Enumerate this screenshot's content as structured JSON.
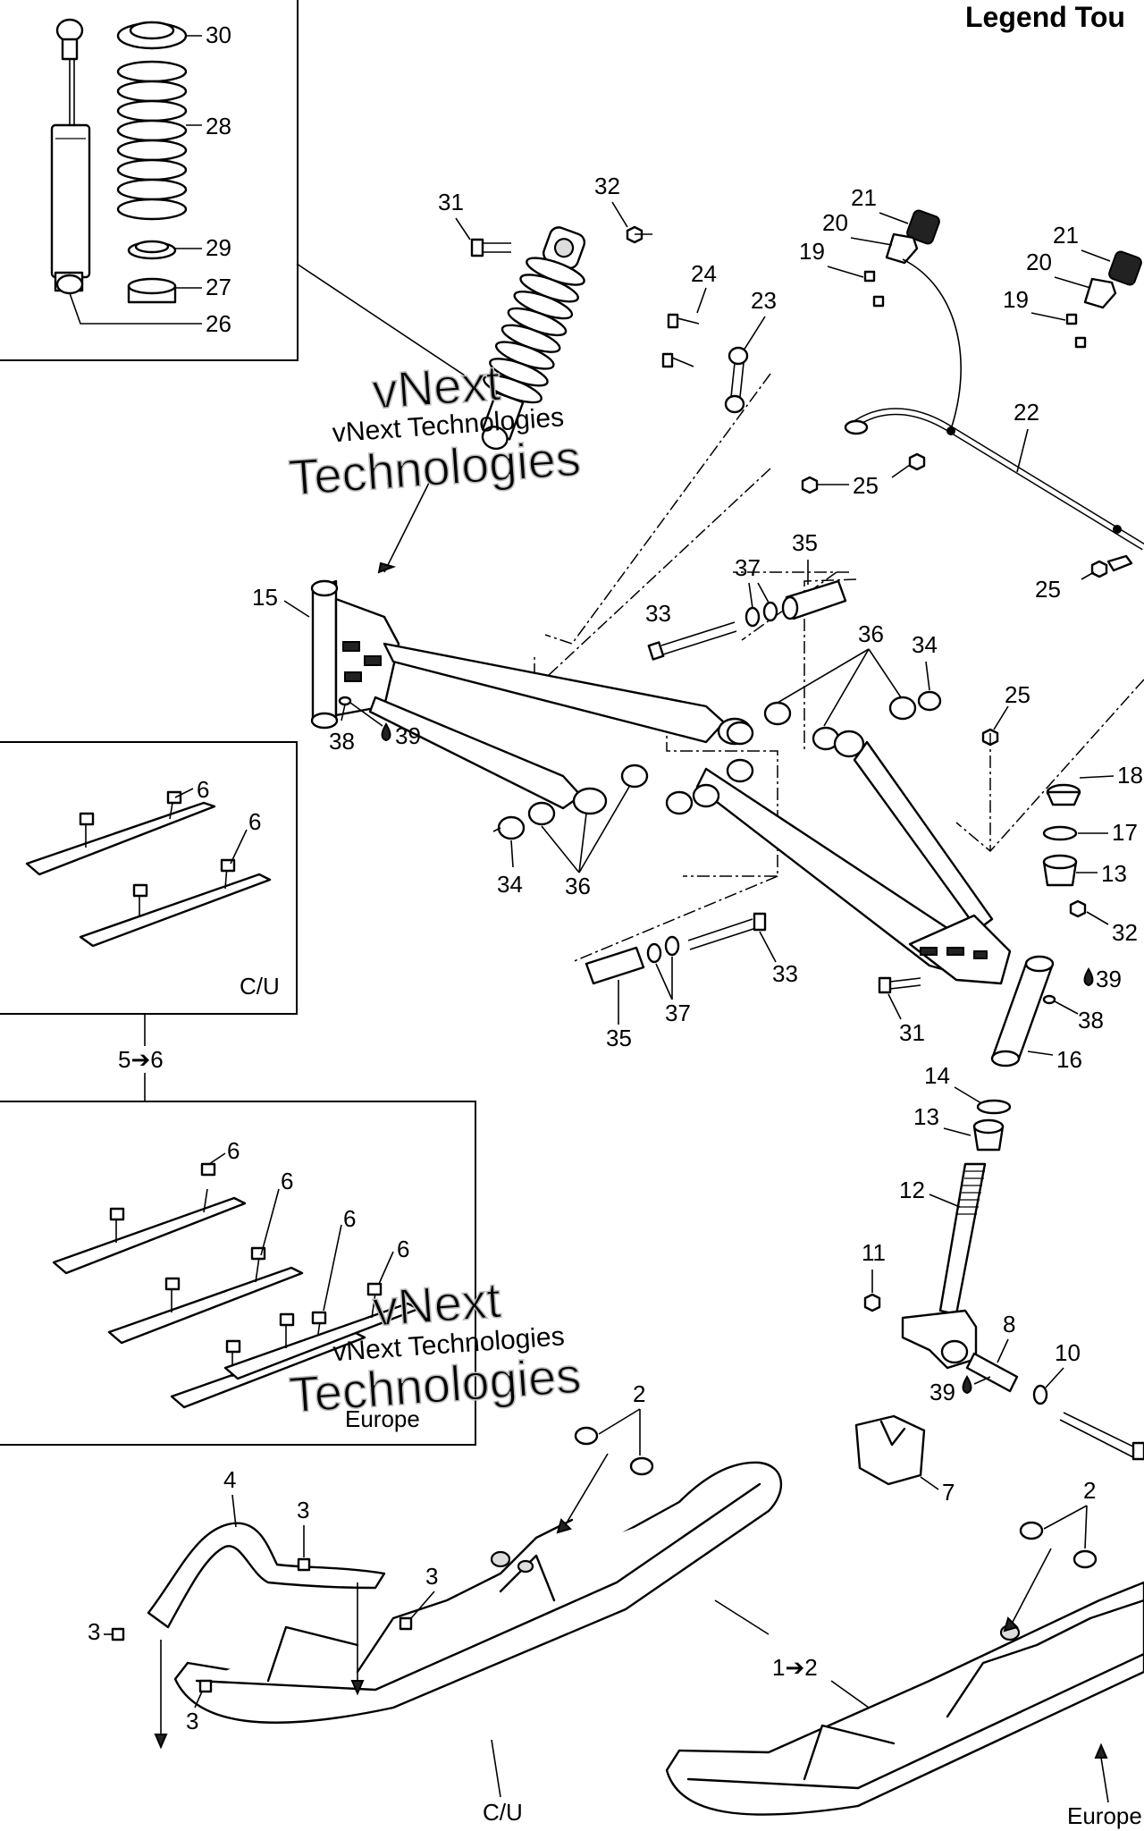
{
  "title": "Legend Tou",
  "watermark": {
    "line1": "vNext Technologies",
    "line2": "vNext",
    "line3": "Technologies"
  },
  "panels": {
    "cu": "C/U",
    "europe": "Europe",
    "relation": "5➔6"
  },
  "bottom": {
    "relation": "1➔2",
    "cu": "C/U",
    "europe": "Europe"
  },
  "callouts": {
    "c30": "30",
    "c28": "28",
    "c29": "29",
    "c27": "27",
    "c26": "26",
    "c31a": "31",
    "c32a": "32",
    "c24": "24",
    "c23": "23",
    "c21a": "21",
    "c20a": "20",
    "c19a": "19",
    "c21b": "21",
    "c20b": "20",
    "c19b": "19",
    "c22": "22",
    "c25a": "25",
    "c25b": "25",
    "c25c": "25",
    "c15": "15",
    "c35a": "35",
    "c37a": "37",
    "c33a": "33",
    "c36a": "36",
    "c34a": "34",
    "c38a": "38",
    "c39a": "39",
    "c34b": "34",
    "c36b": "36",
    "c18": "18",
    "c17": "17",
    "c13a": "13",
    "c32b": "32",
    "c39b": "39",
    "c38b": "38",
    "c16": "16",
    "c31b": "31",
    "c33b": "33",
    "c37b": "37",
    "c35b": "35",
    "c14": "14",
    "c13b": "13",
    "c12": "12",
    "c11": "11",
    "c8": "8",
    "c10": "10",
    "c39c": "39",
    "c7": "7",
    "c6a": "6",
    "c6b": "6",
    "c6c": "6",
    "c6d": "6",
    "c6e": "6",
    "c6f": "6",
    "c2a": "2",
    "c2b": "2",
    "c4": "4",
    "c3a": "3",
    "c3b": "3",
    "c3c": "3",
    "c3d": "3"
  }
}
